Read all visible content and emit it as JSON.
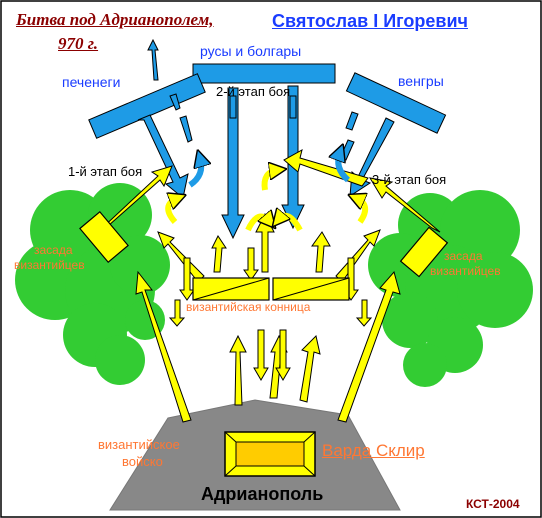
{
  "title": {
    "line1": "Битва под Адрианополем,",
    "line2": "970 г."
  },
  "commander_rus": "Святослав I Игоревич",
  "forces": {
    "pechenegs": "печенеги",
    "rus_bulgars": "русы и болгары",
    "hungarians": "венгры"
  },
  "phases": {
    "phase1": "1-й этап боя",
    "phase2": "2-й этап боя",
    "phase3": "3-й этап боя"
  },
  "ambush_left": {
    "line1": "засада",
    "line2": "византийцев"
  },
  "ambush_right": {
    "line1": "засада",
    "line2": "византийцев"
  },
  "byz_cavalry": "византийская конница",
  "byz_army": {
    "line1": "византийское",
    "line2": "войско"
  },
  "commander_byz": "Варда Склир",
  "city": "Адрианополь",
  "credit": "КСТ-2004",
  "colors": {
    "blue_arrow": "#1e9be6",
    "yellow_arrow": "#ffff00",
    "forest": "#33cc33",
    "city": "#888888",
    "title_red": "#8b0000",
    "label_blue": "#1a3cff",
    "label_orange": "#ff7733"
  }
}
